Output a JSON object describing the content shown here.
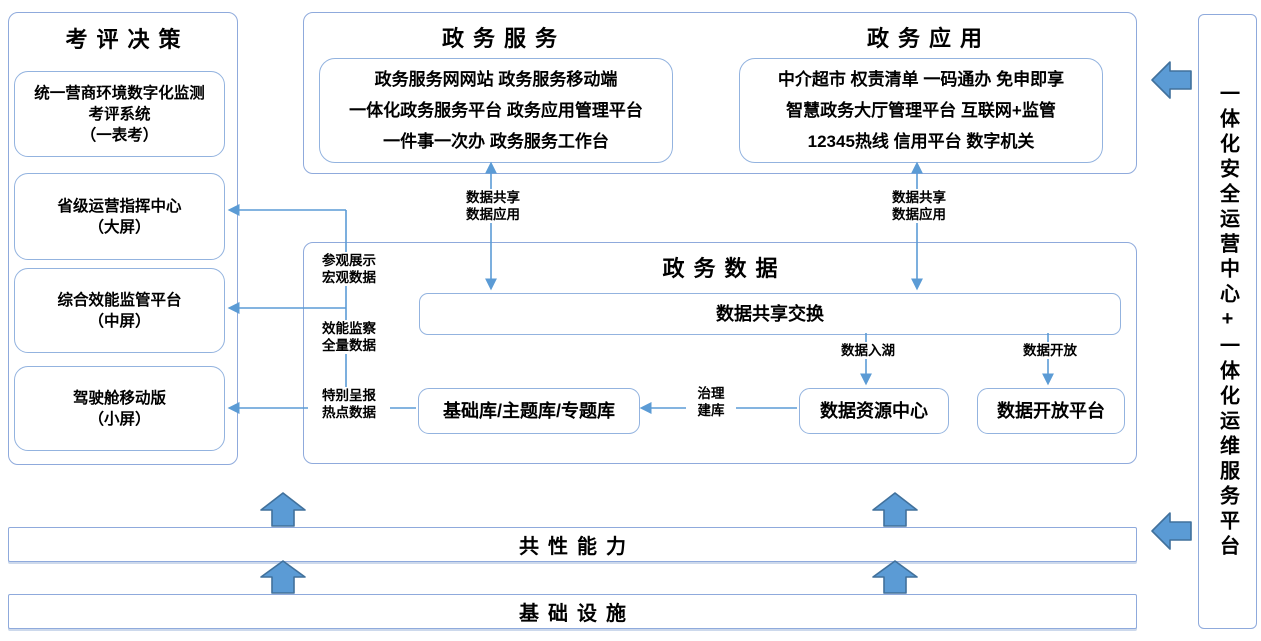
{
  "colors": {
    "box_border": "#8FAADC",
    "connector_blue": "#5B9BD5",
    "block_arrow_fill": "#5B9BD5",
    "block_arrow_stroke": "#41719C",
    "text": "#000000",
    "background": "#FFFFFF"
  },
  "left_panel": {
    "title": "考评决策",
    "boxes": [
      {
        "lines": [
          "统一营商环境数字化监测",
          "考评系统",
          "（一表考）"
        ]
      },
      {
        "lines": [
          "省级运营指挥中心",
          "（大屏）"
        ]
      },
      {
        "lines": [
          "综合效能监管平台",
          "（中屏）"
        ]
      },
      {
        "lines": [
          "驾驶舱移动版",
          "（小屏）"
        ]
      }
    ]
  },
  "top_panel": {
    "service": {
      "title": "政务服务",
      "lines": [
        "政务服务网网站 政务服务移动端",
        "一体化政务服务平台 政务应用管理平台",
        "一件事一次办 政务服务工作台"
      ]
    },
    "application": {
      "title": "政务应用",
      "lines": [
        "中介超市 权责清单 一码通办 免申即享",
        "智慧政务大厅管理平台 互联网+监管",
        "12345热线 信用平台 数字机关"
      ]
    }
  },
  "data_panel": {
    "title": "政务数据",
    "exchange_box": "数据共享交换",
    "base_db_box": "基础库/主题库/专题库",
    "resource_center_box": "数据资源中心",
    "open_platform_box": "数据开放平台"
  },
  "labels": {
    "share_left": [
      "数据共享",
      "数据应用"
    ],
    "share_right": [
      "数据共享",
      "数据应用"
    ],
    "view_display": [
      "参观展示",
      "宏观数据"
    ],
    "efficiency": [
      "效能监察",
      "全量数据"
    ],
    "special_report": [
      "特别呈报",
      "热点数据"
    ],
    "data_lake": "数据入湖",
    "data_open": "数据开放",
    "governance": [
      "治理",
      "建库"
    ]
  },
  "bottom_bars": {
    "common": "共性能力",
    "infra": "基础设施"
  },
  "right_bar": {
    "text": "一体化安全运营中心+一体化运维服务平台"
  }
}
